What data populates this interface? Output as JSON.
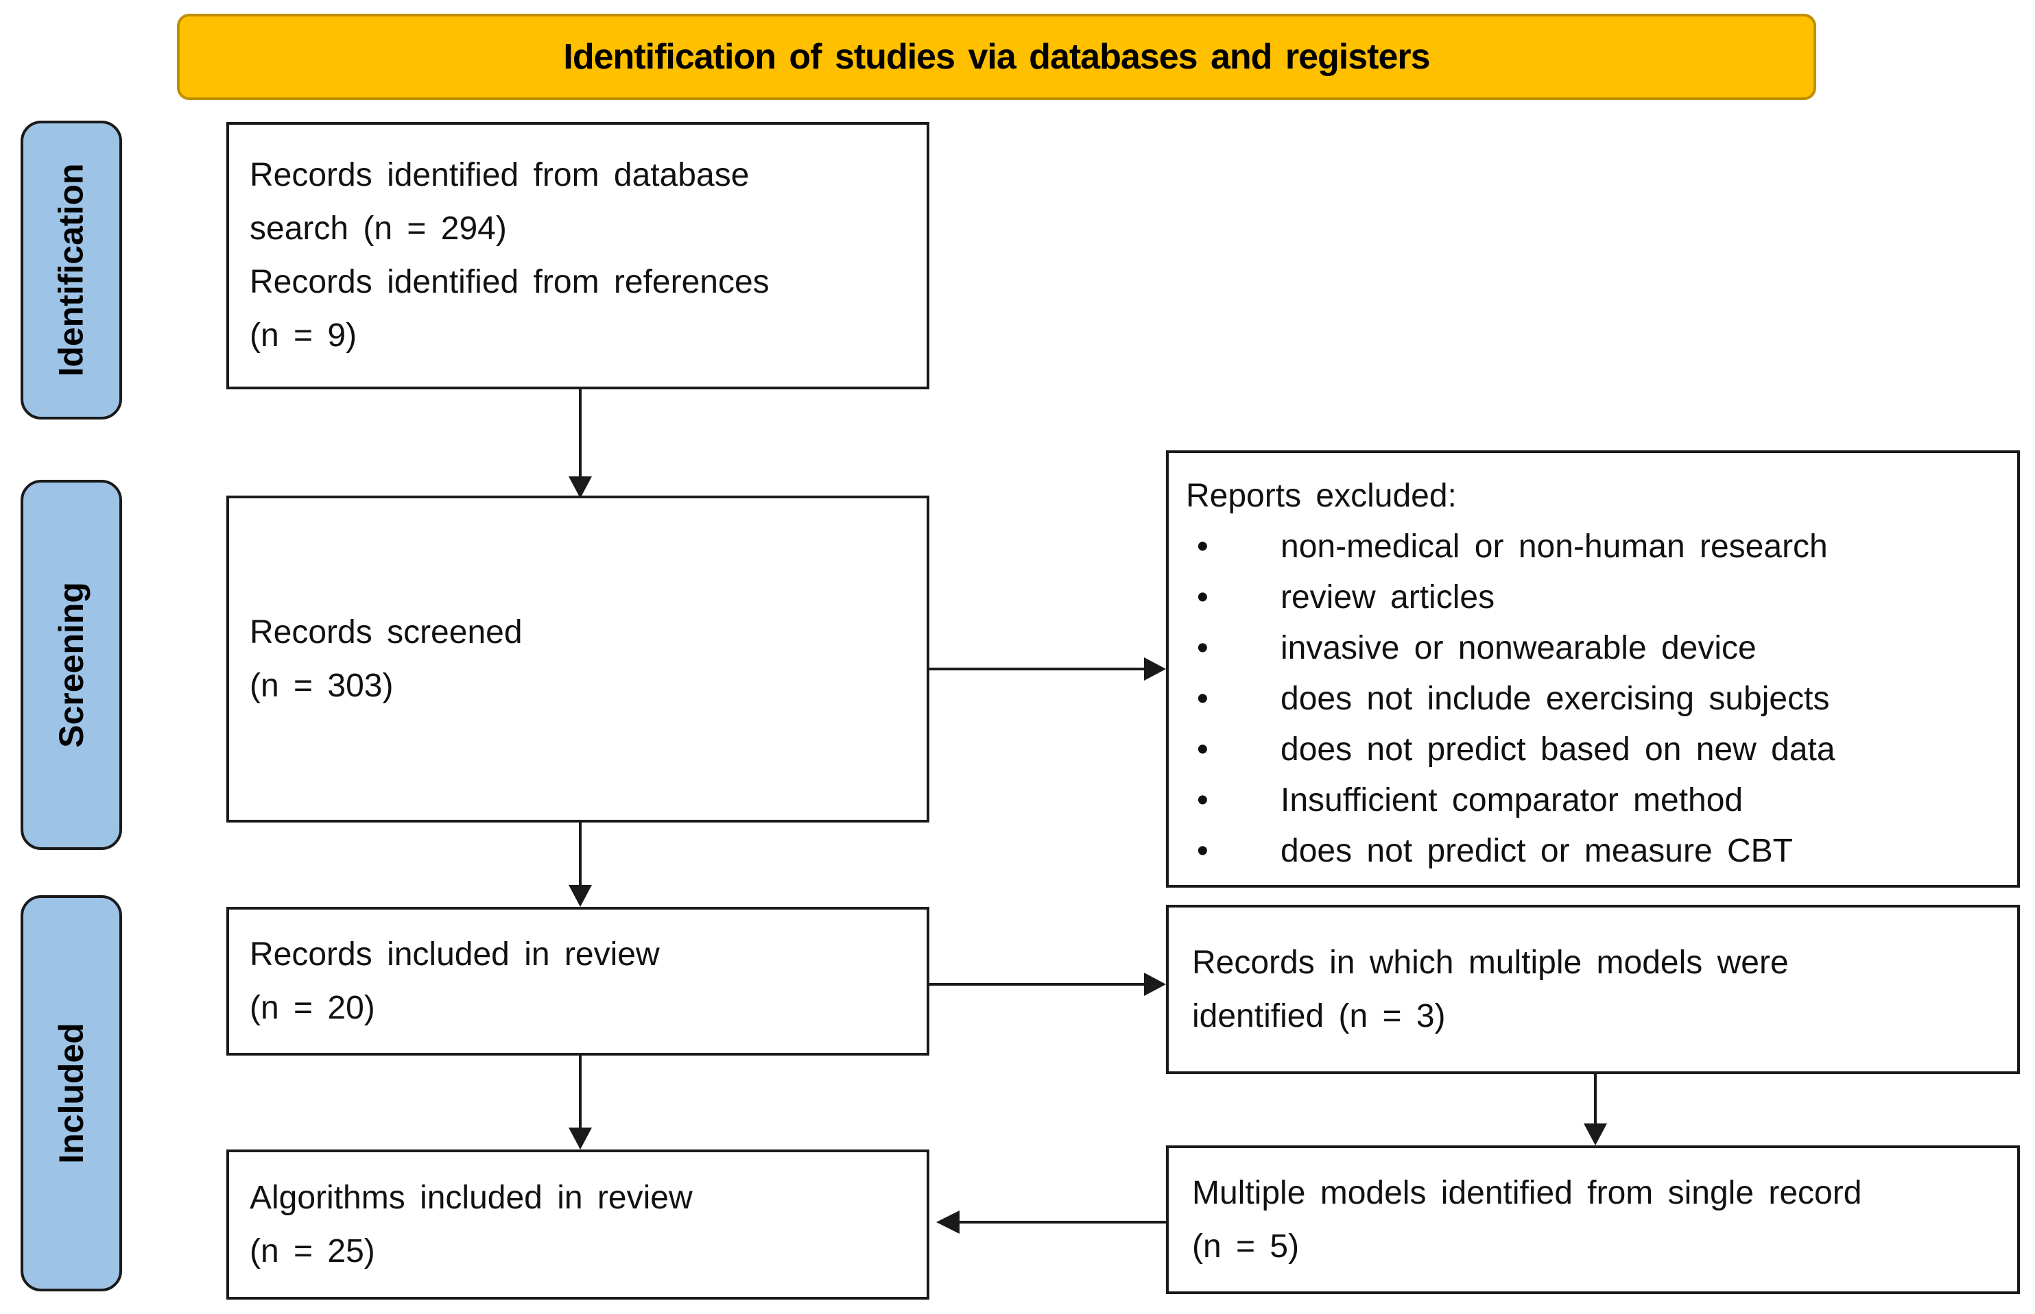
{
  "colors": {
    "header_bg": "#FFC000",
    "header_border": "#BF8F00",
    "stage_bg": "#9DC3E6",
    "box_border": "#1A1A1A"
  },
  "header": {
    "title": "Identification of studies via databases and registers"
  },
  "sidebar": {
    "items": [
      {
        "label": "Identification"
      },
      {
        "label": "Screening"
      },
      {
        "label": "Included"
      }
    ]
  },
  "flow": {
    "identified": {
      "lines": [
        "Records identified from database",
        "search (n = 294)",
        "Records identified from references",
        "(n = 9)"
      ]
    },
    "screened": {
      "lines": [
        "Records screened",
        "(n = 303)"
      ]
    },
    "excluded": {
      "title": "Reports excluded:",
      "bullets": [
        "non-medical or non-human research",
        "review articles",
        "invasive or nonwearable device",
        "does not include exercising subjects",
        "does not predict based on new data",
        "Insufficient comparator method",
        "does not predict or measure CBT"
      ]
    },
    "included_records": {
      "lines": [
        "Records included in review",
        "(n = 20)"
      ]
    },
    "multiple_records": {
      "lines": [
        "Records in which multiple models were",
        "identified (n = 3)"
      ]
    },
    "algorithms": {
      "lines": [
        "Algorithms included in review",
        "(n = 25)"
      ]
    },
    "multiple_models": {
      "lines": [
        "Multiple models identified from single record",
        "(n = 5)"
      ]
    }
  }
}
